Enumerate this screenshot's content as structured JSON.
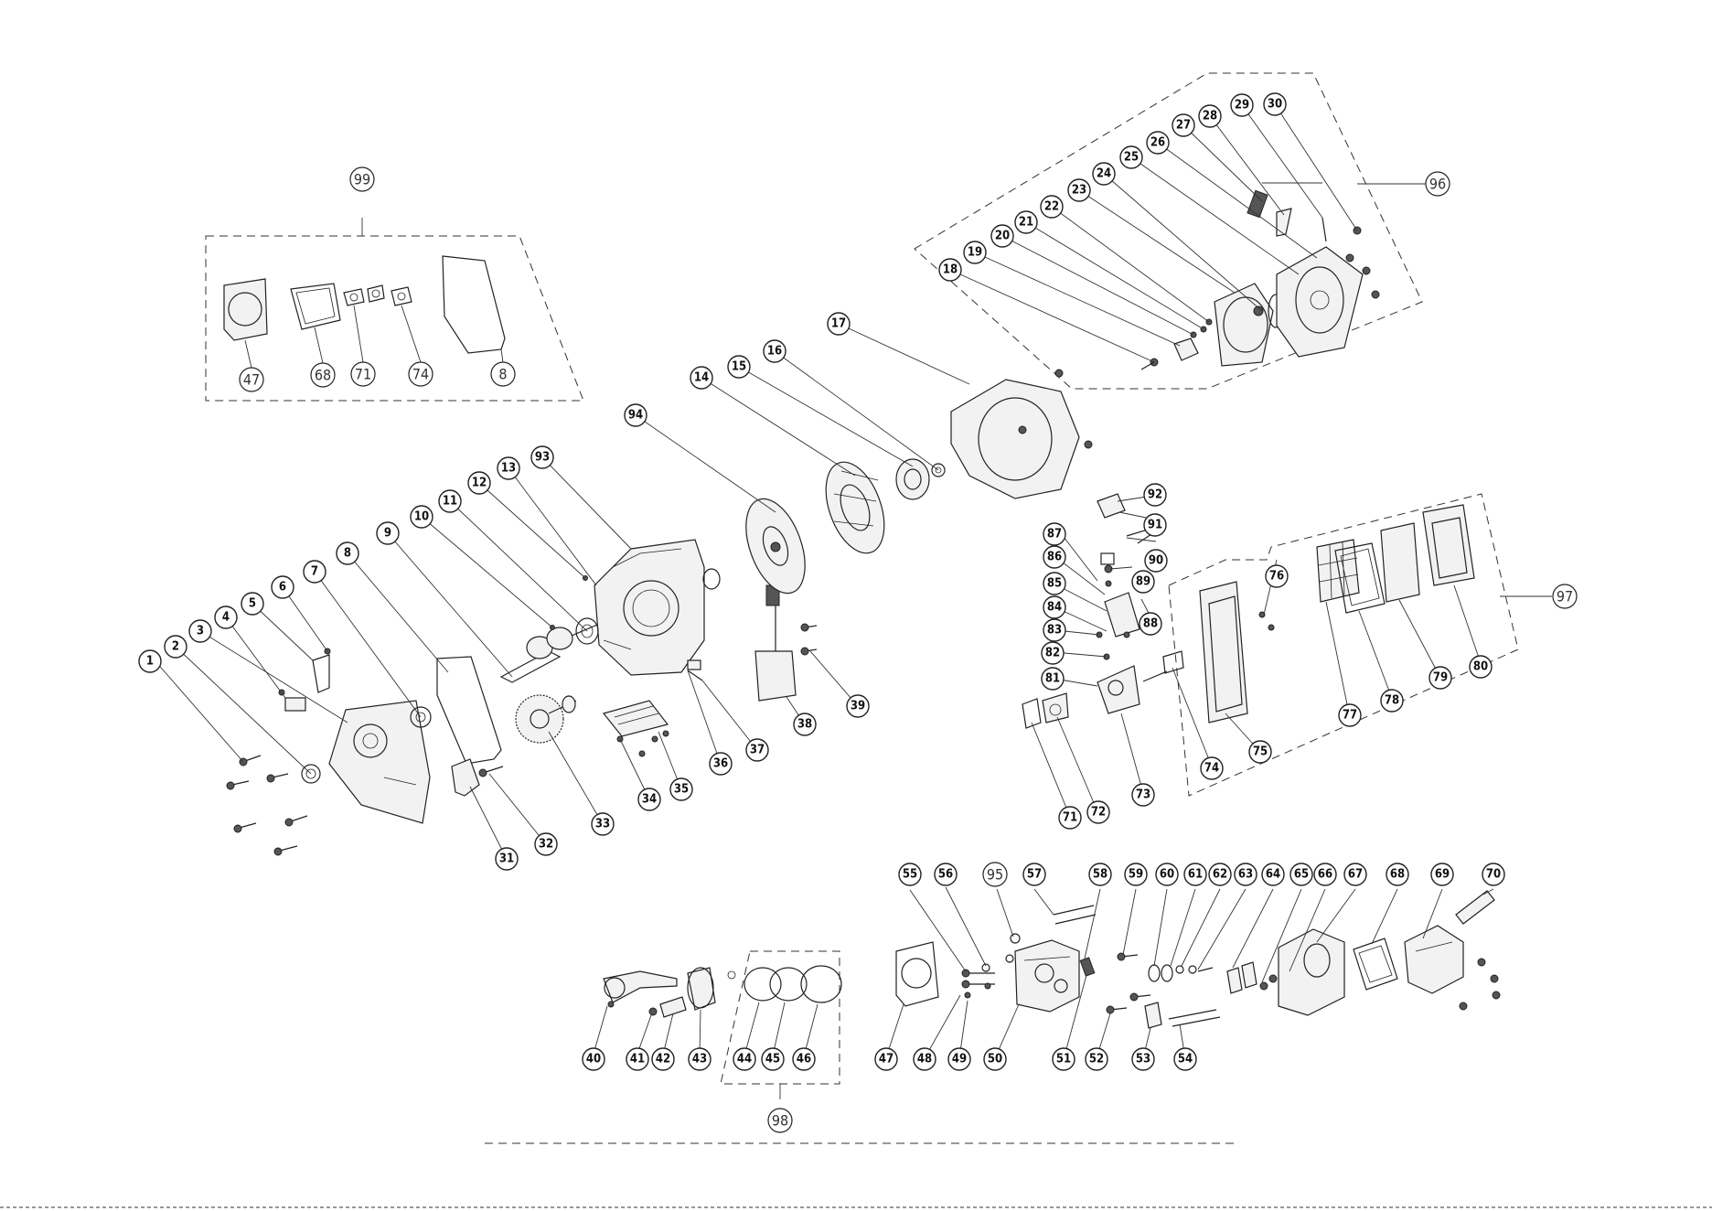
{
  "callouts": {
    "c1": "1",
    "c2": "2",
    "c3": "3",
    "c4": "4",
    "c5": "5",
    "c6": "6",
    "c7": "7",
    "c8": "8",
    "c9": "9",
    "c10": "10",
    "c11": "11",
    "c12": "12",
    "c13": "13",
    "c14": "14",
    "c15": "15",
    "c16": "16",
    "c17": "17",
    "c18": "18",
    "c19": "19",
    "c20": "20",
    "c21": "21",
    "c22": "22",
    "c23": "23",
    "c24": "24",
    "c25": "25",
    "c26": "26",
    "c27": "27",
    "c28": "28",
    "c29": "29",
    "c30": "30",
    "c31": "31",
    "c32": "32",
    "c33": "33",
    "c34": "34",
    "c35": "35",
    "c36": "36",
    "c37": "37",
    "c38": "38",
    "c39": "39",
    "c40": "40",
    "c41": "41",
    "c42": "42",
    "c43": "43",
    "c44": "44",
    "c45": "45",
    "c46": "46",
    "c47": "47",
    "c48": "48",
    "c49": "49",
    "c50": "50",
    "c51": "51",
    "c52": "52",
    "c53": "53",
    "c54": "54",
    "c55": "55",
    "c56": "56",
    "c57": "57",
    "c58": "58",
    "c59": "59",
    "c60": "60",
    "c61": "61",
    "c62": "62",
    "c63": "63",
    "c64": "64",
    "c65": "65",
    "c66": "66",
    "c67": "67",
    "c68": "68",
    "c69": "69",
    "c70": "70",
    "c71": "71",
    "c72": "72",
    "c73": "73",
    "c74": "74",
    "c75": "75",
    "c76": "76",
    "c77": "77",
    "c78": "78",
    "c79": "79",
    "c80": "80",
    "c81": "81",
    "c82": "82",
    "c83": "83",
    "c84": "84",
    "c85": "85",
    "c86": "86",
    "c87": "87",
    "c88": "88",
    "c89": "89",
    "c90": "90",
    "c91": "91",
    "c92": "92",
    "c93": "93",
    "c94": "94",
    "c95": "95",
    "c96": "96",
    "c97": "97",
    "c98": "98",
    "c99": "99"
  },
  "gasket_kit": {
    "g47": "47",
    "g68": "68",
    "g71": "71",
    "g74": "74",
    "g8": "8"
  }
}
